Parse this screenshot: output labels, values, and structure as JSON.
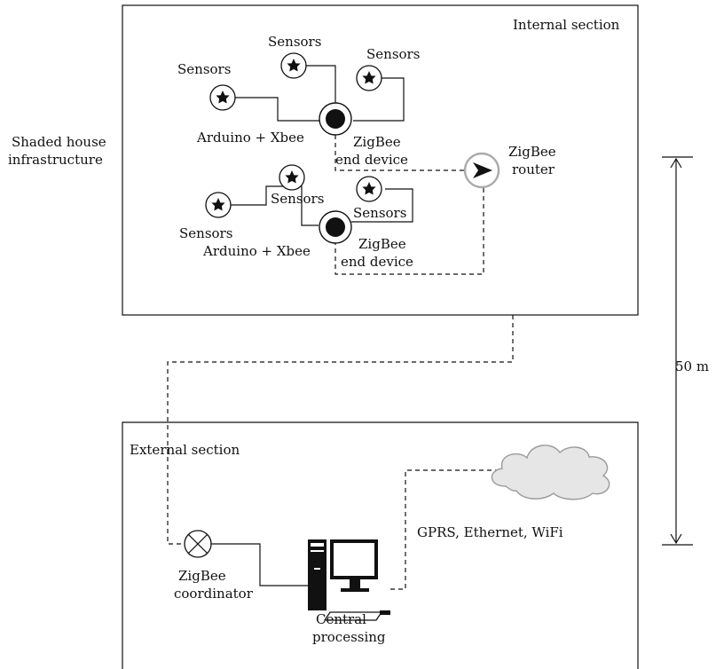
{
  "labels": {
    "internal_section": "Internal section",
    "external_section": "External section",
    "infrastructure_line1": "Shaded house",
    "infrastructure_line2": "infrastructure",
    "sensors": "Sensors",
    "arduino_xbee": "Arduino + Xbee",
    "end_device_line1": "ZigBee",
    "end_device_line2": "end device",
    "router_line1": "ZigBee",
    "router_line2": "router",
    "coordinator_line1": "ZigBee",
    "coordinator_line2": "coordinator",
    "central_line1": "Central",
    "central_line2": "processing",
    "connectivity": "GPRS, Ethernet, WiFi",
    "distance": "50 m"
  },
  "icons": {
    "sensor": "star-in-circle-icon",
    "end_device": "filled-circle-icon",
    "router": "triangle-arrow-icon",
    "coordinator": "crossed-circle-icon",
    "computer": "desktop-computer-icon",
    "cloud": "cloud-icon"
  },
  "colors": {
    "line": "#111111",
    "router_ring": "#aaaaaa",
    "cloud_fill": "#e6e6e6",
    "cloud_stroke": "#9a9a9a"
  }
}
